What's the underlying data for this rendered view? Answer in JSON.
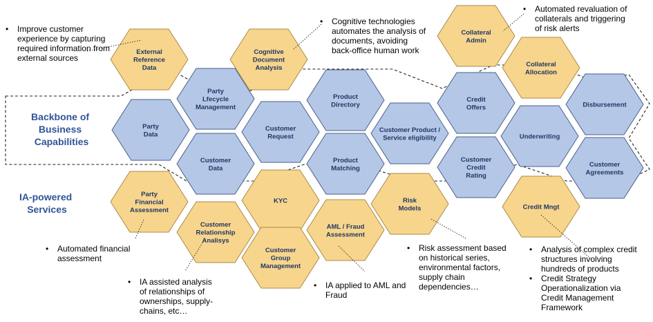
{
  "colors": {
    "yellow_fill": "#f8d58c",
    "yellow_stroke": "#a88b4a",
    "blue_fill": "#b4c7e7",
    "blue_stroke": "#4a5f8a",
    "title_color": "#2f5597",
    "hex_text_color": "#1f3864"
  },
  "sections": {
    "backbone": [
      "Backbone of",
      "Business",
      "Capabilities"
    ],
    "ia": [
      "IA-powered",
      "Services"
    ]
  },
  "hexagons": [
    {
      "id": "external-reference-data",
      "lines": [
        "External",
        "Reference",
        "Data"
      ],
      "color": "yellow"
    },
    {
      "id": "cognitive-document-analysis",
      "lines": [
        "Cognitive",
        "Document",
        "Analysis"
      ],
      "color": "yellow"
    },
    {
      "id": "collateral-admin",
      "lines": [
        "Collateral",
        "Admin"
      ],
      "color": "yellow"
    },
    {
      "id": "collateral-allocation",
      "lines": [
        "Collateral",
        "Allocation"
      ],
      "color": "yellow"
    },
    {
      "id": "party-lifecycle-management",
      "lines": [
        "Party",
        "Lfecycle",
        "Management"
      ],
      "color": "blue"
    },
    {
      "id": "product-directory",
      "lines": [
        "Product",
        "Directory"
      ],
      "color": "blue"
    },
    {
      "id": "credit-offers",
      "lines": [
        "Credit",
        "Offers"
      ],
      "color": "blue"
    },
    {
      "id": "disbursement",
      "lines": [
        "Disbursement"
      ],
      "color": "blue"
    },
    {
      "id": "party-data",
      "lines": [
        "Party",
        "Data"
      ],
      "color": "blue"
    },
    {
      "id": "customer-request",
      "lines": [
        "Customer",
        "Request"
      ],
      "color": "blue"
    },
    {
      "id": "customer-product-eligibility",
      "lines": [
        "Customer Product /",
        "Service eligibility"
      ],
      "color": "blue"
    },
    {
      "id": "underwriting",
      "lines": [
        "Underwriting"
      ],
      "color": "blue"
    },
    {
      "id": "customer-data",
      "lines": [
        "Customer",
        "Data"
      ],
      "color": "blue"
    },
    {
      "id": "product-matching",
      "lines": [
        "Product",
        "Matching"
      ],
      "color": "blue"
    },
    {
      "id": "customer-credit-rating",
      "lines": [
        "Customer",
        "Credit",
        "Rating"
      ],
      "color": "blue"
    },
    {
      "id": "customer-agreements",
      "lines": [
        "Customer",
        "Agreements"
      ],
      "color": "blue"
    },
    {
      "id": "party-financial-assessment",
      "lines": [
        "Party",
        "Financial",
        "Assessment"
      ],
      "color": "yellow"
    },
    {
      "id": "kyc",
      "lines": [
        "KYC"
      ],
      "color": "yellow"
    },
    {
      "id": "risk-models",
      "lines": [
        "Risk",
        "Models"
      ],
      "color": "yellow"
    },
    {
      "id": "credit-mngt",
      "lines": [
        "Credit Mngt"
      ],
      "color": "yellow"
    },
    {
      "id": "customer-relationship-analysis",
      "lines": [
        "Customer",
        "Relationship",
        "Analisys"
      ],
      "color": "yellow"
    },
    {
      "id": "aml-fraud-assessment",
      "lines": [
        "AML / Fraud",
        "Assessment"
      ],
      "color": "yellow"
    },
    {
      "id": "customer-group-management",
      "lines": [
        "Customer",
        "Group",
        "Management"
      ],
      "color": "yellow"
    }
  ],
  "notes": [
    {
      "id": "note-external",
      "bullets": [
        [
          "Improve customer",
          "experience by capturing",
          "required information from",
          "external sources"
        ]
      ]
    },
    {
      "id": "note-cognitive",
      "bullets": [
        [
          "Cognitive technologies",
          "automates the analysis of",
          "documents, avoiding",
          "back-office human work"
        ]
      ]
    },
    {
      "id": "note-collateral",
      "bullets": [
        [
          "Automated revaluation of",
          "collaterals and triggering",
          "of risk alerts"
        ]
      ]
    },
    {
      "id": "note-financial",
      "bullets": [
        [
          "Automated financial",
          "assessment"
        ]
      ]
    },
    {
      "id": "note-relationship",
      "bullets": [
        [
          "IA assisted analysis",
          "of relationships of",
          "ownerships, supply-",
          "chains, etc…"
        ]
      ]
    },
    {
      "id": "note-aml",
      "bullets": [
        [
          "IA applied to AML and",
          "Fraud"
        ]
      ]
    },
    {
      "id": "note-risk",
      "bullets": [
        [
          "Risk assessment based",
          "on historical series,",
          "environmental factors,",
          "supply chain",
          "dependencies…"
        ]
      ]
    },
    {
      "id": "note-credit",
      "bullets": [
        [
          "Analysis of complex credit",
          "structures involving",
          "hundreds of products"
        ],
        [
          "Credit Strategy",
          "Operationalization via",
          "Credit Management",
          "Framework"
        ]
      ]
    }
  ]
}
